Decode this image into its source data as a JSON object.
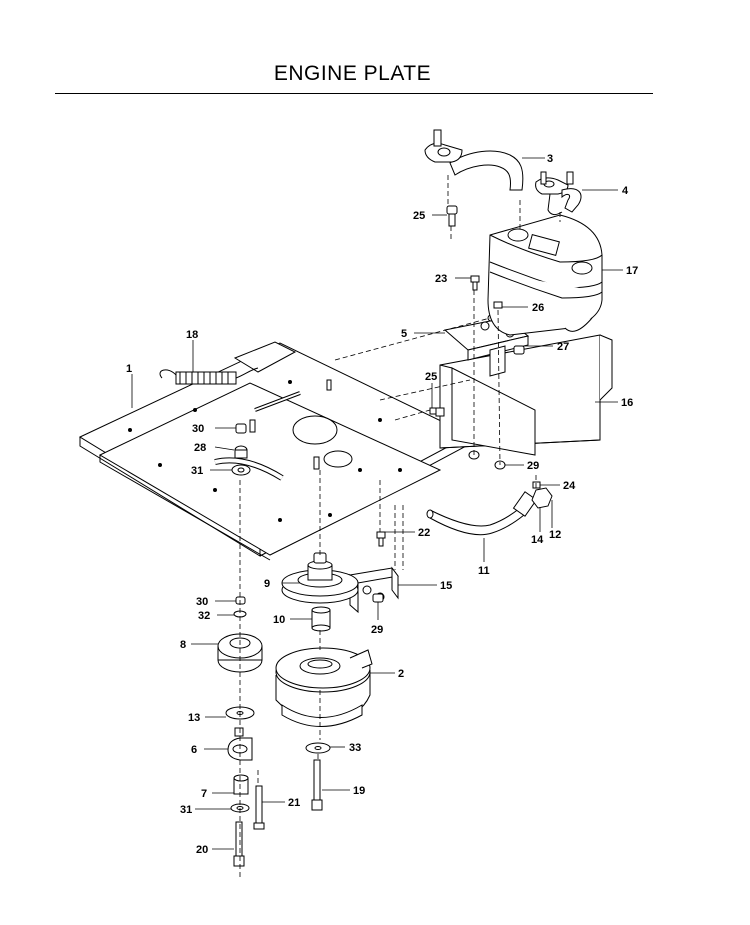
{
  "title": "ENGINE PLATE",
  "callouts": [
    "1",
    "2",
    "3",
    "4",
    "5",
    "6",
    "7",
    "8",
    "9",
    "10",
    "11",
    "12",
    "13",
    "14",
    "15",
    "16",
    "17",
    "18",
    "19",
    "20",
    "21",
    "22",
    "23",
    "24",
    "25",
    "25",
    "26",
    "27",
    "28",
    "29",
    "29",
    "30",
    "30",
    "31",
    "31",
    "32",
    "33"
  ]
}
